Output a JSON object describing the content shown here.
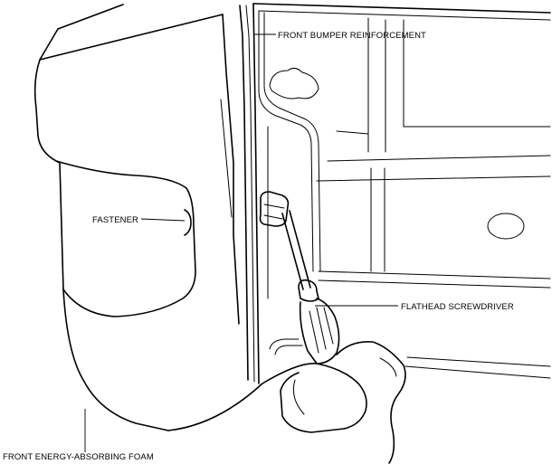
{
  "callouts": {
    "bumper_reinforcement": "FRONT BUMPER REINFORCEMENT",
    "fastener": "FASTENER",
    "screwdriver": "FLATHEAD SCREWDRIVER",
    "energy_foam": "FRONT ENERGY-ABSORBING FOAM"
  }
}
